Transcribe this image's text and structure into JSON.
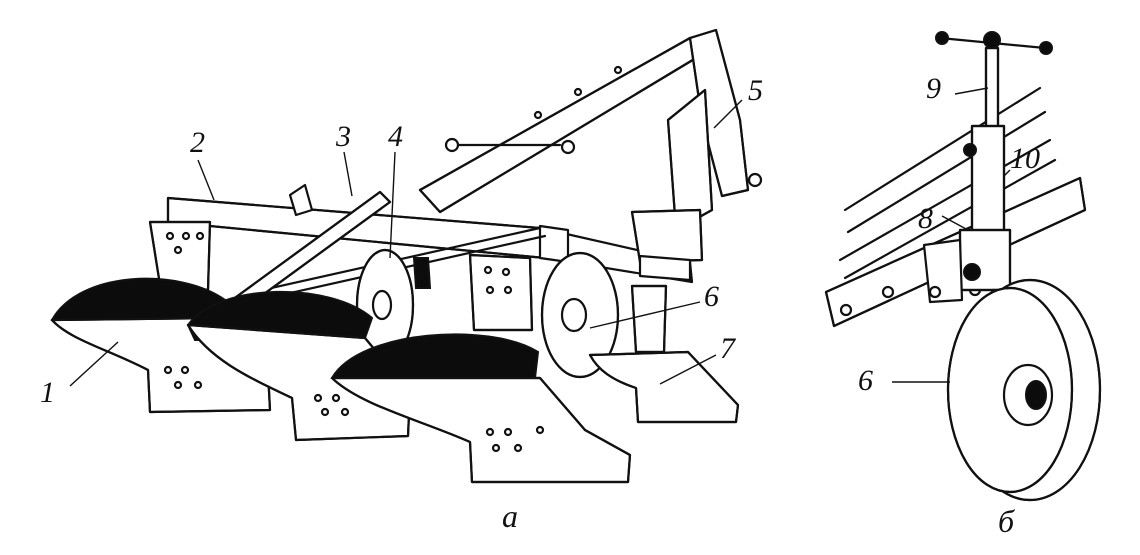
{
  "figure": {
    "panel_a_label": "а",
    "panel_b_label": "б"
  },
  "callouts": {
    "c1": "1",
    "c2": "2",
    "c3": "3",
    "c4": "4",
    "c5": "5",
    "c6a": "6",
    "c7": "7",
    "c6b": "6",
    "c8": "8",
    "c9": "9",
    "c10": "10"
  }
}
